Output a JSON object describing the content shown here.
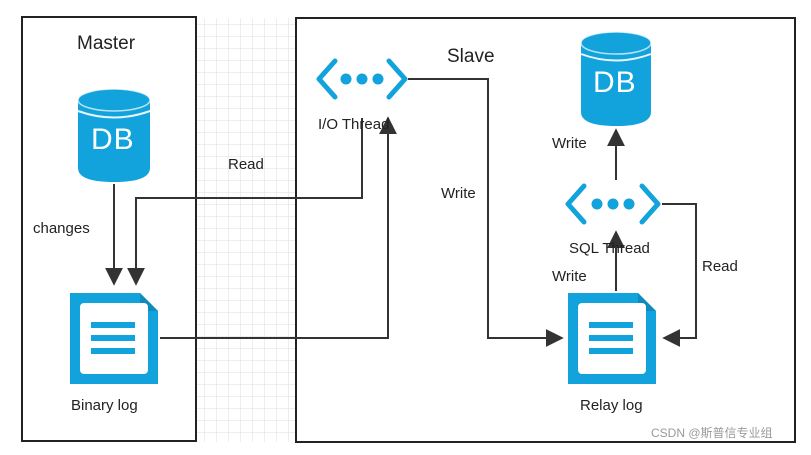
{
  "master": {
    "title": "Master",
    "db_label": "DB",
    "changes_label": "changes",
    "binary_log_label": "Binary log"
  },
  "slave": {
    "title": "Slave",
    "io_thread_label": "I/O Thread",
    "sql_thread_label": "SQL Thread",
    "relay_log_label": "Relay log",
    "db_label": "DB"
  },
  "edges": {
    "read_master": "Read",
    "write_io_relay": "Write",
    "write_sql_db": "Write",
    "write_relay_sql": "Write",
    "read_relay_sql": "Read"
  },
  "watermark": "CSDN @斯普信专业组",
  "colors": {
    "accent": "#12A3DD",
    "accent_dark": "#0E8CC0",
    "line": "#333333",
    "frame": "#222222",
    "grid": "#d8dde2"
  }
}
